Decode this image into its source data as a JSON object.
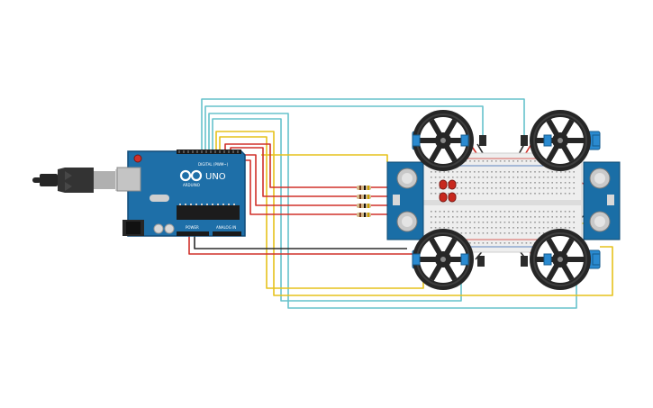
{
  "colors": {
    "arduino_board": "#1e6fa8",
    "arduino_edge": "#124c78",
    "wire_red": "#d0302a",
    "wire_black": "#2b2b2b",
    "wire_yellow": "#e6c21c",
    "wire_cyan": "#66c2cc",
    "sensor_board": "#1a6ea6",
    "servo_body": "#2a8ad0",
    "wheel": "#262626",
    "breadboard": "#eeeeee"
  },
  "arduino": {
    "brand": "ARDUINO",
    "model": "UNO",
    "digital_label": "DIGITAL (PWM~)",
    "power_label": "POWER",
    "analog_label": "ANALOG IN"
  },
  "components": {
    "usb_cable": "usb-cable",
    "resistors": 4,
    "leds": 4,
    "ultrasonic_sensors": 2,
    "servo_wheels": 4
  }
}
